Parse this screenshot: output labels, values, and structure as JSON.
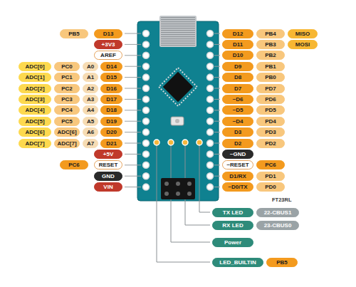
{
  "diagram": {
    "nodes": [
      {
        "text": [
          "PB5"
        ]
      },
      {
        "text": [
          "D13"
        ]
      },
      {
        "text": [
          "+3V3"
        ]
      },
      {
        "text": [
          "AREF"
        ]
      },
      {
        "text": [
          "ADC[0]"
        ]
      },
      {
        "text": [
          "PC0"
        ]
      },
      {
        "text": [
          "A0"
        ]
      },
      {
        "text": [
          "D14"
        ]
      },
      {
        "text": [
          "ADC[1]"
        ]
      },
      {
        "text": [
          "PC1"
        ]
      },
      {
        "text": [
          "A1"
        ]
      },
      {
        "text": [
          "D15"
        ]
      },
      {
        "text": [
          "ADC[2]"
        ]
      },
      {
        "text": [
          "PC2"
        ]
      },
      {
        "text": [
          "A2"
        ]
      },
      {
        "text": [
          "D16"
        ]
      },
      {
        "text": [
          "ADC[3]"
        ]
      },
      {
        "text": [
          "PC3"
        ]
      },
      {
        "text": [
          "A3"
        ]
      },
      {
        "text": [
          "D17"
        ]
      },
      {
        "text": [
          "ADC[4]"
        ]
      },
      {
        "text": [
          "PC4"
        ]
      },
      {
        "text": [
          "A4"
        ]
      },
      {
        "text": [
          "D18"
        ]
      },
      {
        "text": [
          "ADC[5]"
        ]
      },
      {
        "text": [
          "PC5"
        ]
      },
      {
        "text": [
          "A5"
        ]
      },
      {
        "text": [
          "D19"
        ]
      },
      {
        "text": [
          "ADC[6]"
        ]
      },
      {
        "text": [
          "ADC[6]"
        ]
      },
      {
        "text": [
          "A6"
        ]
      },
      {
        "text": [
          "D20"
        ]
      },
      {
        "text": [
          "ADC[7]"
        ]
      },
      {
        "text": [
          "ADC[7]"
        ]
      },
      {
        "text": [
          "A7"
        ]
      },
      {
        "text": [
          "D21"
        ]
      },
      {
        "text": [
          "+5V"
        ]
      },
      {
        "text": [
          "PC6"
        ]
      },
      {
        "text": [
          "RESET"
        ]
      },
      {
        "text": [
          "GND"
        ]
      },
      {
        "text": [
          "VIN"
        ]
      },
      {
        "text": [
          "D12"
        ]
      },
      {
        "text": [
          "PB4"
        ]
      },
      {
        "text": [
          "MISO"
        ]
      },
      {
        "text": [
          "D11"
        ]
      },
      {
        "text": [
          "PB3"
        ]
      },
      {
        "text": [
          "MOSI"
        ]
      },
      {
        "text": [
          "D10"
        ]
      },
      {
        "text": [
          "PB2"
        ]
      },
      {
        "text": [
          "D9"
        ]
      },
      {
        "text": [
          "PB1"
        ]
      },
      {
        "text": [
          "D8"
        ]
      },
      {
        "text": [
          "PB0"
        ]
      },
      {
        "text": [
          "D7"
        ]
      },
      {
        "text": [
          "PD7"
        ]
      },
      {
        "text": [
          "~D6"
        ]
      },
      {
        "text": [
          "PD6"
        ]
      },
      {
        "text": [
          "~D5"
        ]
      },
      {
        "text": [
          "PD5"
        ]
      },
      {
        "text": [
          "~D4"
        ]
      },
      {
        "text": [
          "PD4"
        ]
      },
      {
        "text": [
          "D3"
        ]
      },
      {
        "text": [
          "PD3"
        ]
      },
      {
        "text": [
          "D2"
        ]
      },
      {
        "text": [
          "PD2"
        ]
      },
      {
        "text": [
          "~GND"
        ]
      },
      {
        "text": [
          "~RESET"
        ]
      },
      {
        "text": [
          "PC6"
        ]
      },
      {
        "text": [
          "D1/RX"
        ]
      },
      {
        "text": [
          "PD1"
        ]
      },
      {
        "text": [
          "~D0/TX"
        ]
      },
      {
        "text": [
          "PD0"
        ]
      },
      {
        "text": [
          "TX LED"
        ]
      },
      {
        "text": [
          "22-CBUS1"
        ]
      },
      {
        "text": [
          "RX LED"
        ]
      },
      {
        "text": [
          "23-CBUS0"
        ]
      },
      {
        "text": [
          "Power"
        ]
      },
      {
        "text": [
          "LED_BUILTIN"
        ]
      },
      {
        "text": [
          "PB5"
        ]
      }
    ],
    "labels": [
      "FT23RL"
    ]
  }
}
